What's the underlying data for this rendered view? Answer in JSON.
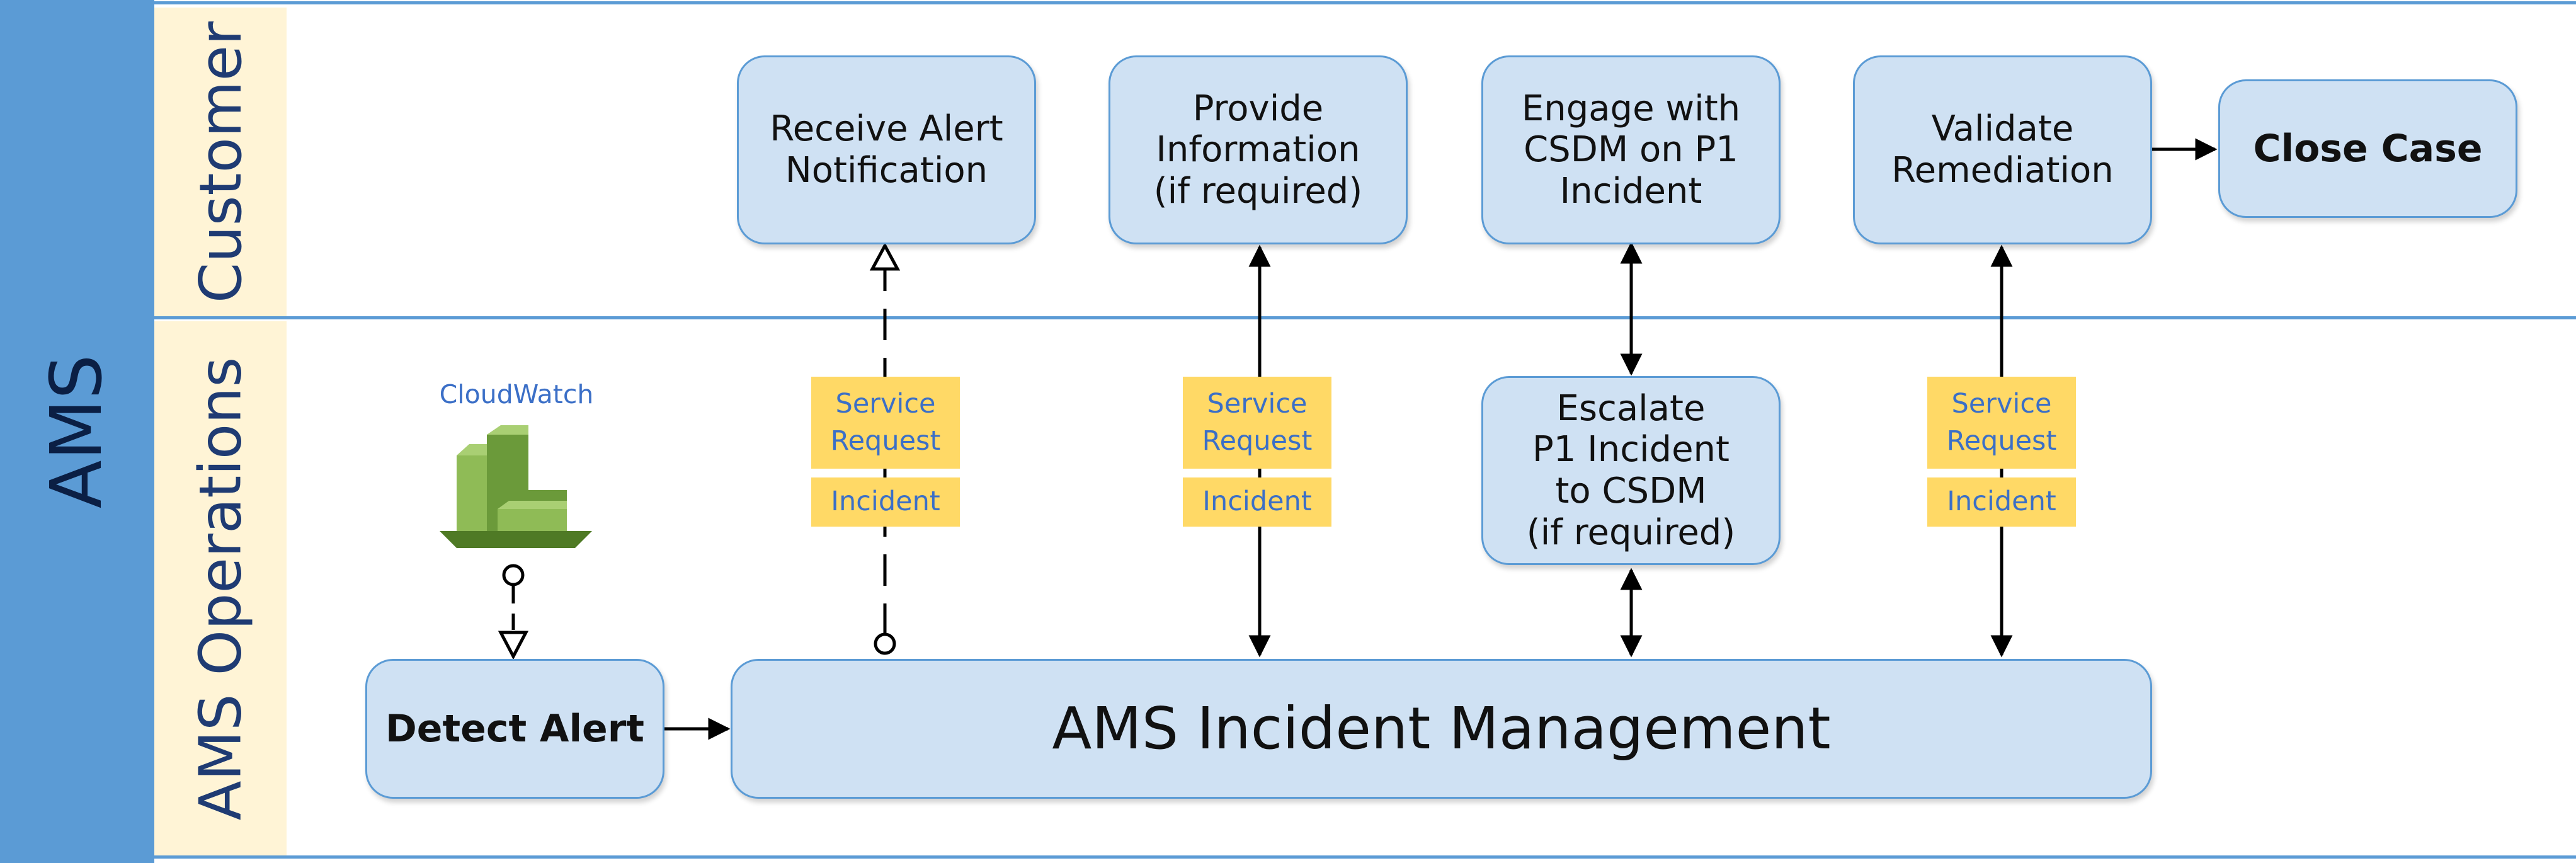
{
  "pool": {
    "label": "AMS"
  },
  "lanes": {
    "customer": "Customer",
    "operations": "AMS Operations"
  },
  "steps": {
    "receive_alert": "Receive Alert\nNotification",
    "provide_info": "Provide\nInformation\n(if required)",
    "engage_csdm": "Engage with\nCSDM on P1\nIncident",
    "validate": "Validate\nRemediation",
    "close_case": "Close Case",
    "escalate": "Escalate\nP1 Incident\nto CSDM\n(if required)",
    "detect_alert": "Detect Alert",
    "incident_mgmt": "AMS Incident Management"
  },
  "tags": {
    "service_request": "Service\nRequest",
    "incident": "Incident"
  },
  "cloudwatch": {
    "label": "CloudWatch",
    "icon": "cloudwatch-icon"
  },
  "colors": {
    "pool": "#5b9bd5",
    "lane": "#fff4d6",
    "box_fill": "#cfe1f3",
    "box_border": "#5b9bd5",
    "tag_fill": "#ffd966",
    "tag_text": "#3b6fc7",
    "icon_green": "#6b9a3a"
  }
}
